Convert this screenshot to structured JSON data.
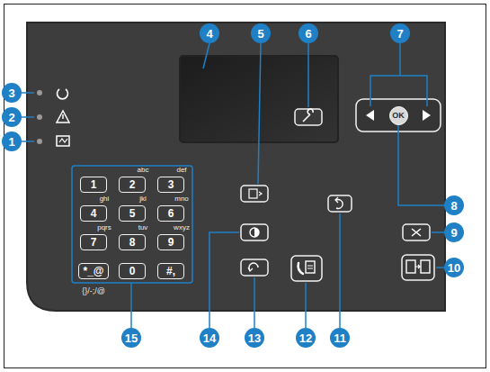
{
  "diagram": {
    "nodes": [
      {
        "text": [
          "1"
        ]
      },
      {
        "text": [
          "2",
          "abc"
        ]
      },
      {
        "text": [
          "3",
          "def"
        ]
      },
      {
        "text": [
          "4",
          "ghi"
        ]
      },
      {
        "text": [
          "5",
          "jkl"
        ]
      },
      {
        "text": [
          "6",
          "mno"
        ]
      },
      {
        "text": [
          "7",
          "pqrs"
        ]
      },
      {
        "text": [
          "8",
          "tuv"
        ]
      },
      {
        "text": [
          "9",
          "wxyz"
        ]
      },
      {
        "text": [
          "*_@"
        ]
      },
      {
        "text": [
          "0"
        ]
      },
      {
        "text": [
          "#,"
        ]
      },
      {
        "text": [
          "OK"
        ]
      }
    ],
    "labels": [
      "3",
      "2",
      "1",
      "4",
      "5",
      "6",
      "7",
      "8",
      "9",
      "10",
      "11",
      "12",
      "13",
      "14",
      "15",
      "{}/-;/@"
    ]
  }
}
